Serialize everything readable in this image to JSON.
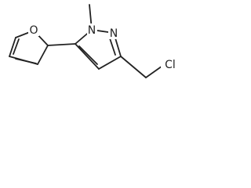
{
  "molecule": {
    "atoms": {
      "o1": "O",
      "n1": "N",
      "n2": "N",
      "cl": "Cl"
    },
    "colors": {
      "bond": "#222222",
      "background": "#ffffff"
    }
  }
}
